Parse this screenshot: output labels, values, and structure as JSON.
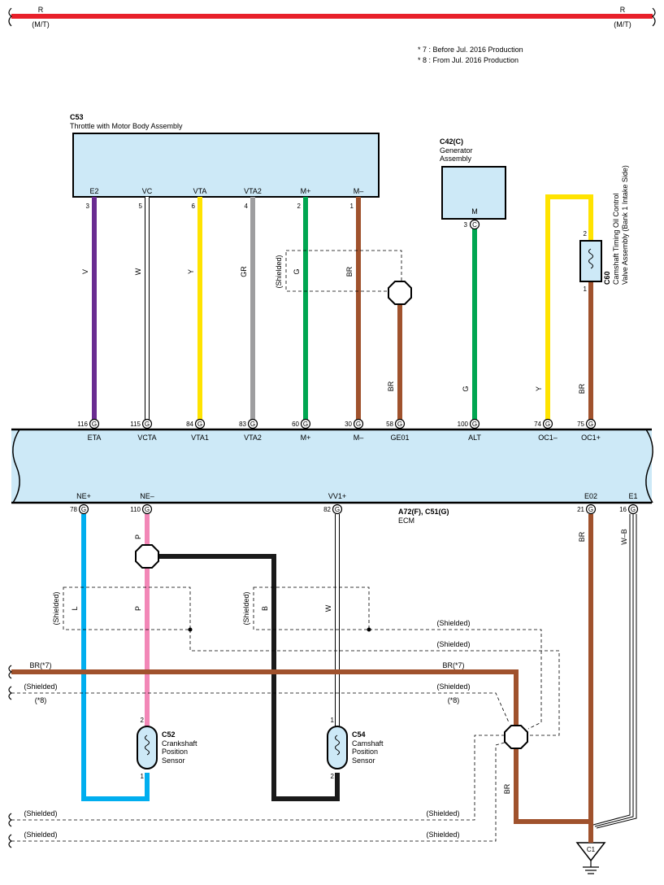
{
  "notes": {
    "note1": "* 7 : Before Jul.  2016 Production",
    "note2": "* 8 : From Jul.  2016 Production"
  },
  "top_wire": {
    "color_left": "R",
    "color_right": "R",
    "sub_left": "(M/T)",
    "sub_right": "(M/T)"
  },
  "throttle": {
    "id": "C53",
    "name": "Throttle with Motor Body Assembly",
    "pins": [
      {
        "term": "E2",
        "num": "3",
        "wire": "V"
      },
      {
        "term": "VC",
        "num": "5",
        "wire": "W"
      },
      {
        "term": "VTA",
        "num": "6",
        "wire": "Y"
      },
      {
        "term": "VTA2",
        "num": "4",
        "wire": "GR"
      },
      {
        "term": "M+",
        "num": "2",
        "wire": "G"
      },
      {
        "term": "M–",
        "num": "1",
        "wire": "BR"
      }
    ]
  },
  "generator": {
    "id": "C42(C)",
    "name1": "Generator",
    "name2": "Assembly",
    "term": "M",
    "pin": "3",
    "pin_letter": "C",
    "wire": "G"
  },
  "ocv": {
    "id": "C60",
    "name1": "Camshaft Timing Oil Control",
    "name2": "Valve Assembly (Bank 1 Intake Side)",
    "pin_top": "2",
    "pin_bottom": "1",
    "wire_top": "Y",
    "wire_bottom": "BR"
  },
  "ecm": {
    "id": "A72(F), C51(G)",
    "name": "ECM",
    "top_pins": [
      {
        "num": "116",
        "g": "G",
        "term": "ETA"
      },
      {
        "num": "115",
        "g": "G",
        "term": "VCTA"
      },
      {
        "num": "84",
        "g": "G",
        "term": "VTA1"
      },
      {
        "num": "83",
        "g": "G",
        "term": "VTA2"
      },
      {
        "num": "60",
        "g": "G",
        "term": "M+"
      },
      {
        "num": "30",
        "g": "G",
        "term": "M–"
      },
      {
        "num": "58",
        "g": "G",
        "term": "GE01"
      },
      {
        "num": "100",
        "g": "G",
        "term": "ALT"
      },
      {
        "num": "74",
        "g": "G",
        "term": "OC1–"
      },
      {
        "num": "75",
        "g": "G",
        "term": "OC1+"
      }
    ],
    "bottom_pins": [
      {
        "num": "78",
        "g": "G",
        "term": "NE+",
        "wire": "L"
      },
      {
        "num": "110",
        "g": "G",
        "term": "NE–",
        "wire": "P"
      },
      {
        "num": "82",
        "g": "G",
        "term": "VV1+",
        "wire": "W"
      },
      {
        "num": "21",
        "g": "G",
        "term": "E02",
        "wire": "BR"
      },
      {
        "num": "16",
        "g": "G",
        "term": "E1",
        "wire": "W–B"
      }
    ]
  },
  "wires": {
    "ge01": "BR",
    "alt": "G",
    "oc_minus": "Y",
    "oc_plus": "BR",
    "ne_p": "P",
    "shield_l": "L",
    "shield_p": "P",
    "shield_b": "B",
    "shield_w": "W",
    "br7_left": "BR(*7)",
    "br7_right": "BR(*7)",
    "plus8_left": "(*8)",
    "plus8_right": "(*8)",
    "ground_br": "BR"
  },
  "shielded": "(Shielded)",
  "c52": {
    "id": "C52",
    "l1": "Crankshaft",
    "l2": "Position",
    "l3": "Sensor",
    "pin_top": "2",
    "pin_bottom": "1"
  },
  "c54": {
    "id": "C54",
    "l1": "Camshaft",
    "l2": "Position",
    "l3": "Sensor",
    "pin_top": "1",
    "pin_bottom": "2"
  },
  "ground": {
    "id": "C1"
  },
  "colors": {
    "red": "#e8202a",
    "purple": "#6a2c91",
    "yellow": "#ffe300",
    "gray": "#9e9ea0",
    "green": "#00a651",
    "brown": "#a0522d",
    "blue": "#00aeef",
    "pink": "#f287b7",
    "black": "#1a1a1a",
    "panel": "#cde9f7"
  }
}
